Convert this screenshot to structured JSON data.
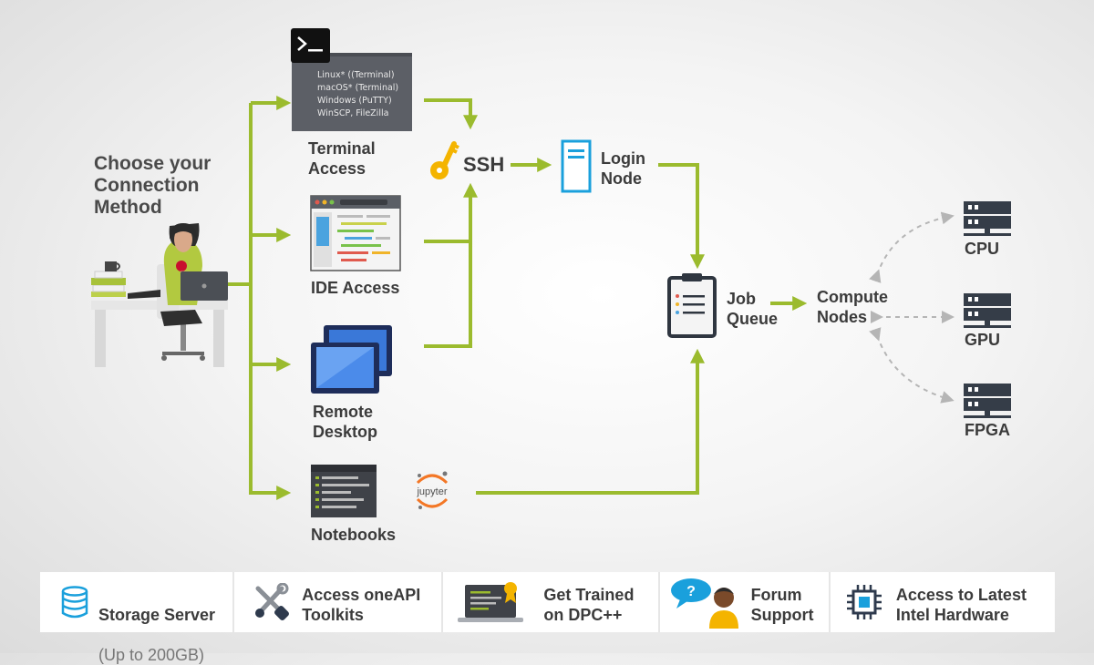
{
  "title": "Choose your\nConnection\nMethod",
  "terminal": {
    "prompt_glyph": ">_",
    "lines": "Linux* ((Terminal)\nmacOS* (Terminal)\nWindows (PuTTY)\nWinSCP, FileZilla",
    "label": "Terminal\nAccess"
  },
  "ide": {
    "label": "IDE Access"
  },
  "remote": {
    "label": "Remote\nDesktop"
  },
  "notebooks": {
    "label": "Notebooks",
    "jupyter": "jupyter"
  },
  "ssh": {
    "label": "SSH"
  },
  "login": {
    "label": "Login\nNode"
  },
  "queue": {
    "label": "Job\nQueue"
  },
  "compute": {
    "label": "Compute\nNodes"
  },
  "nodes": {
    "cpu": "CPU",
    "gpu": "GPU",
    "fpga": "FPGA"
  },
  "colors": {
    "arrow": "#9bbb2e",
    "dashed": "#b5b5b5",
    "accent_blue": "#1aa0dc",
    "dark": "#353d48"
  },
  "icons": [
    "terminal-icon",
    "ide-window-icon",
    "remote-desktop-icon",
    "notebook-icon",
    "jupyter-logo",
    "key-icon",
    "server-icon",
    "clipboard-icon",
    "rack-server-icon",
    "database-icon",
    "tools-icon",
    "laptop-certificate-icon",
    "forum-icon",
    "chip-icon",
    "person-at-desk-illustration"
  ],
  "bottom": {
    "storage": {
      "title": "Storage Server",
      "sub": "(Up to 200GB)"
    },
    "oneapi": {
      "title": "Access oneAPI\nToolkits"
    },
    "trained": {
      "title": "Get Trained\non DPC++"
    },
    "forum": {
      "title": "Forum\nSupport"
    },
    "hardware": {
      "title": "Access to Latest\nIntel Hardware"
    }
  }
}
